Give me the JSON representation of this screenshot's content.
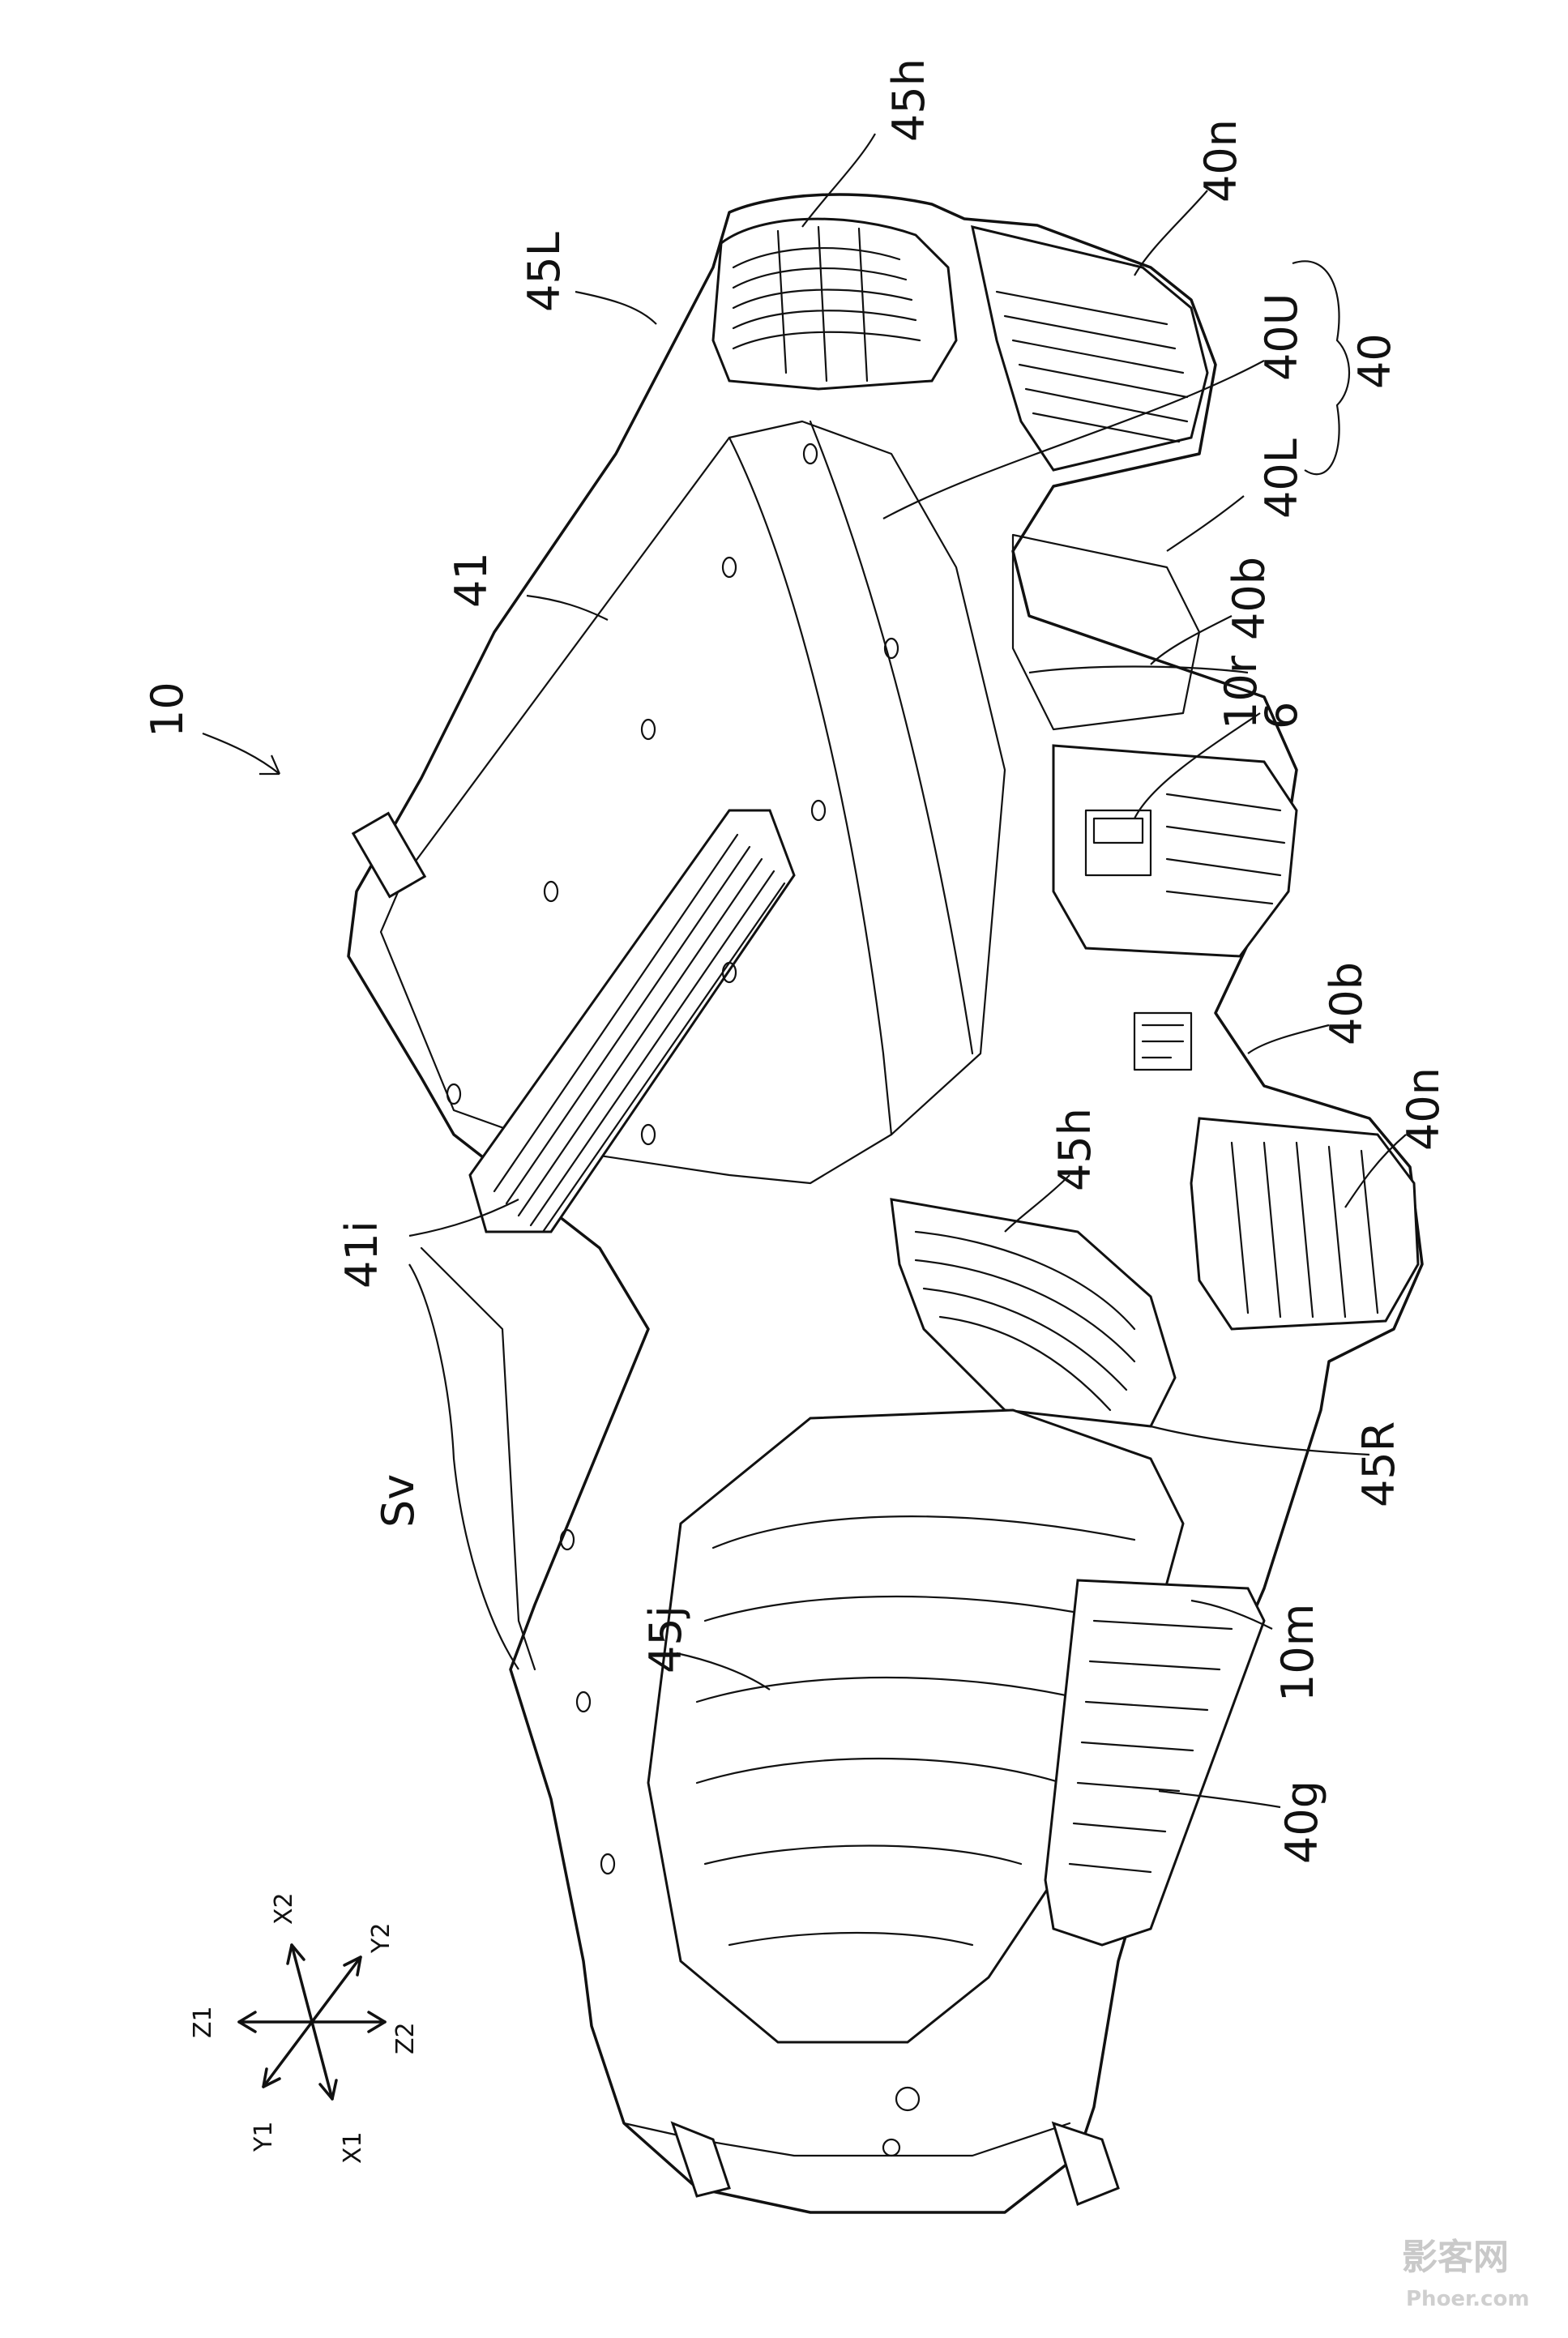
{
  "figure": {
    "labels": {
      "n10": "10",
      "n45h_top": "45h",
      "n40n_top": "40n",
      "n45L": "45L",
      "n40U": "40U",
      "n40": "40",
      "n40L": "40L",
      "n41": "41",
      "n40b_top": "40b",
      "n10r": "10r",
      "n6": "6",
      "n40b_mid": "40b",
      "n45h_mid": "45h",
      "n40n_mid": "40n",
      "n41i": "41i",
      "nSv": "Sv",
      "n45R": "45R",
      "n45j": "45j",
      "n10m": "10m",
      "n40g": "40g"
    },
    "axes": {
      "x1": "X1",
      "x2": "X2",
      "y1": "Y1",
      "y2": "Y2",
      "z1": "Z1",
      "z2": "Z2"
    },
    "watermark": {
      "cn": "影客网",
      "en": "Phoer.com"
    }
  }
}
